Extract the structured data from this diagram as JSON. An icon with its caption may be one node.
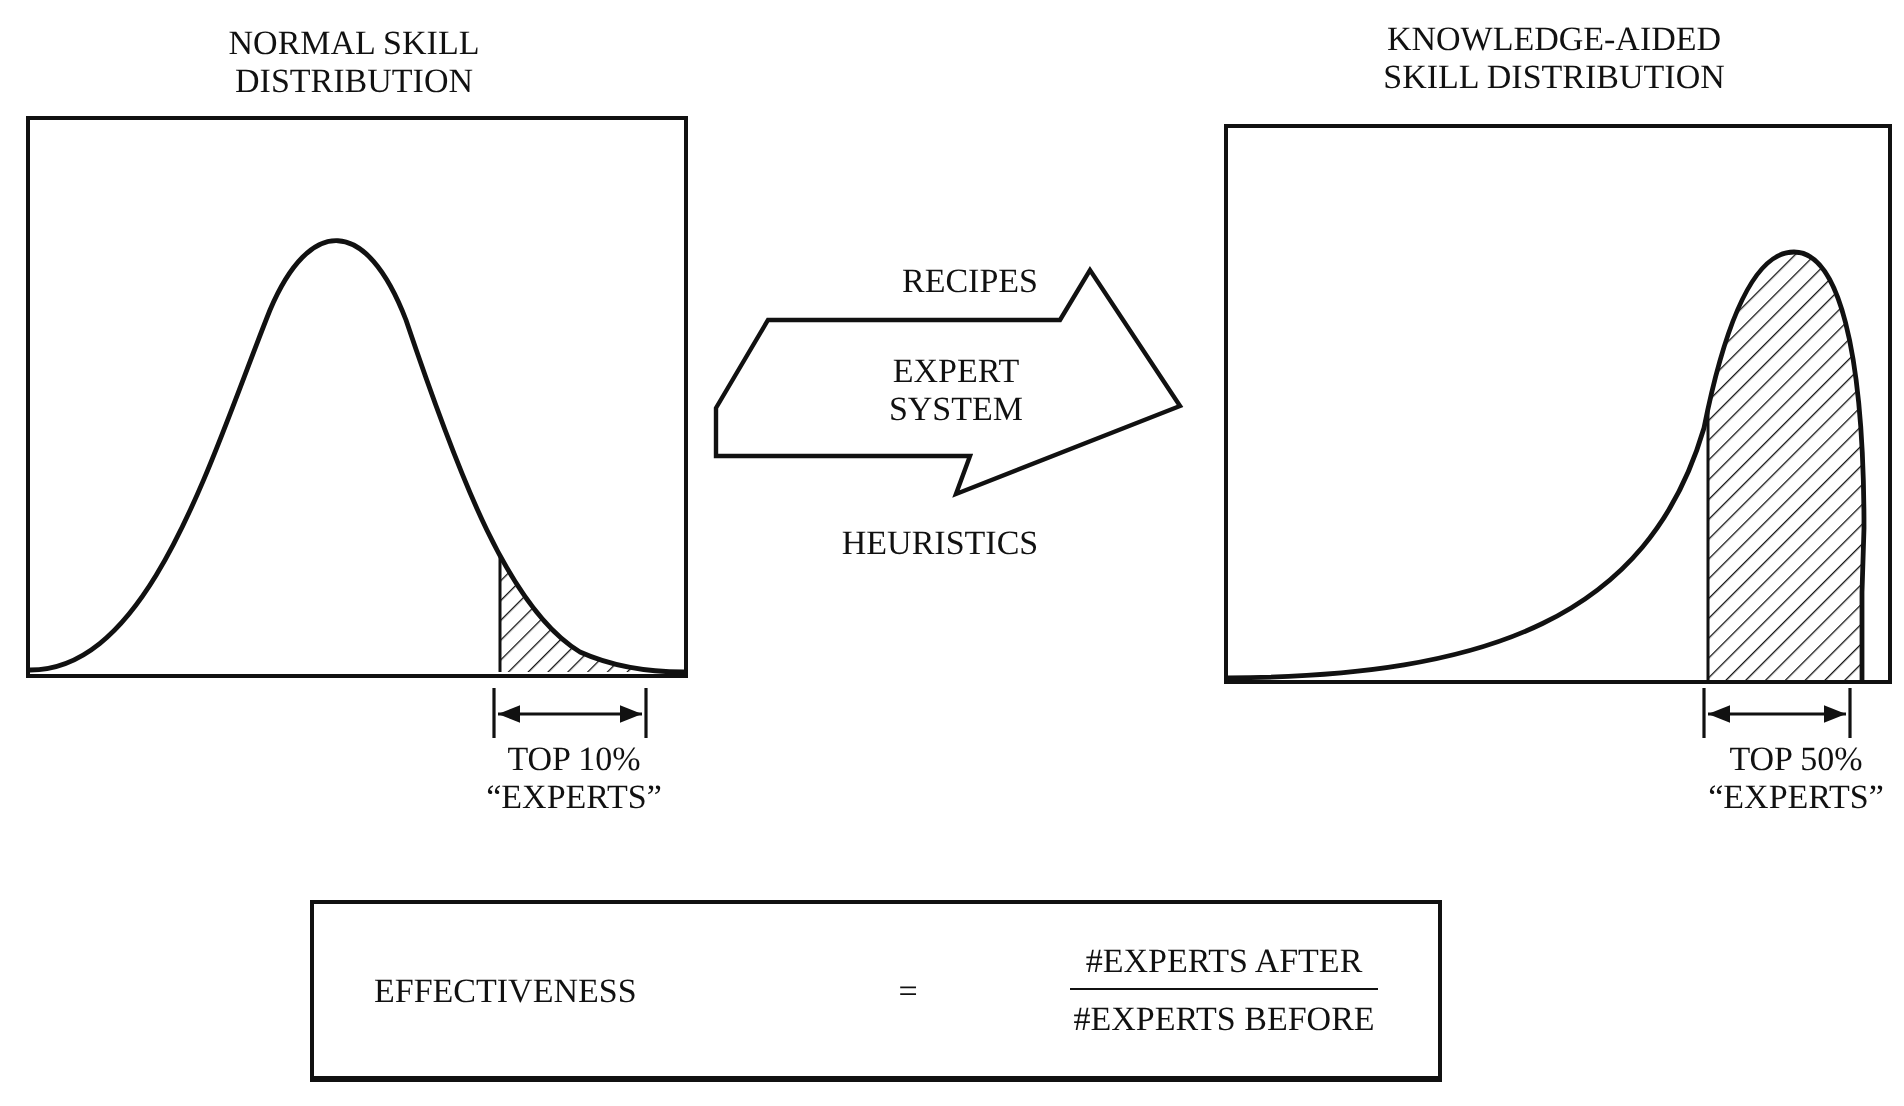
{
  "diagram": {
    "nodes": [
      {
        "text": [
          "NORMAL SKILL DISTRIBUTION"
        ]
      },
      {
        "text": [
          "KNOWLEDGE-AIDED SKILL DISTRIBUTION"
        ]
      },
      {
        "text": [
          "EFFECTIVENESS",
          "=",
          "#EXPERTS AFTER",
          "#EXPERTS BEFORE"
        ]
      }
    ],
    "edges": [
      {
        "from": 0,
        "to": 1,
        "arrow": "to",
        "label": "EXPERT SYSTEM"
      }
    ],
    "labels": [
      "RECIPES",
      "HEURISTICS",
      "TOP 10% “EXPERTS”",
      "TOP 50% “EXPERTS”"
    ]
  }
}
